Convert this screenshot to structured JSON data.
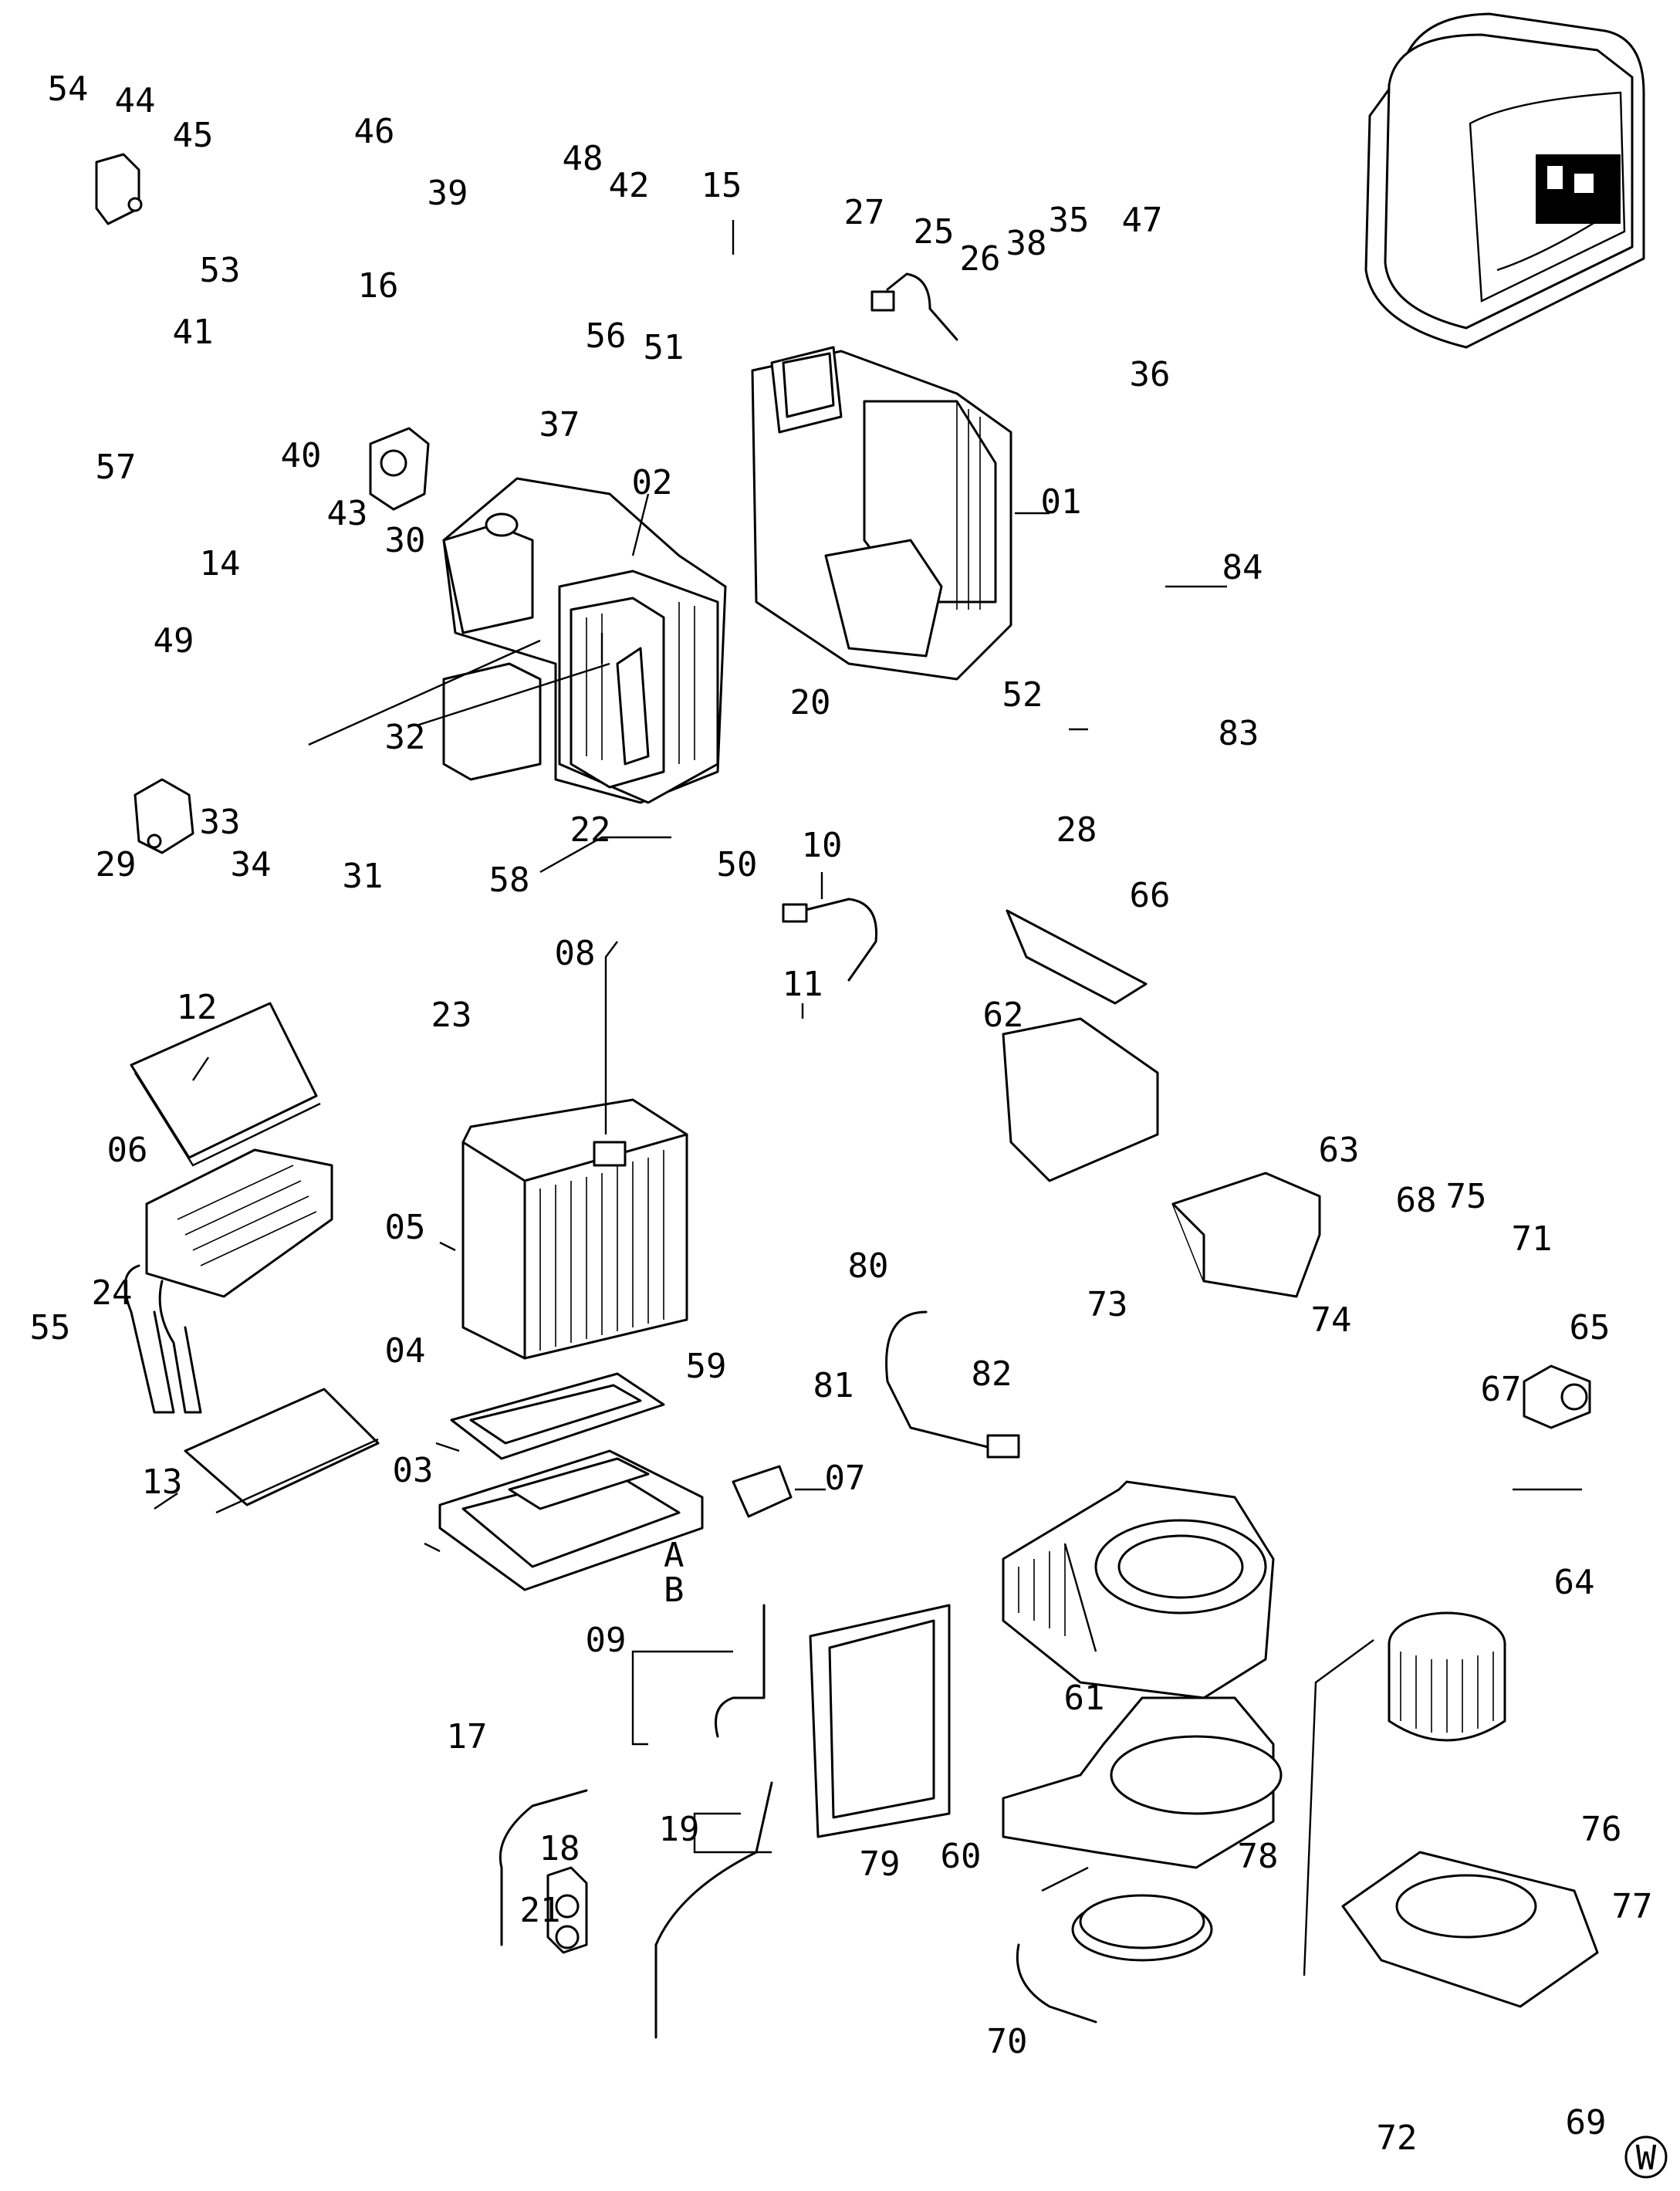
{
  "diagram": {
    "corner_mark": "W",
    "part_labels": [
      "01",
      "02",
      "03",
      "04",
      "05",
      "06",
      "07",
      "08",
      "09",
      "10",
      "11",
      "12",
      "13",
      "14",
      "15",
      "16",
      "17",
      "18",
      "19",
      "20",
      "21",
      "22",
      "23",
      "24",
      "25",
      "26",
      "27",
      "28",
      "29",
      "30",
      "31",
      "32",
      "33",
      "34",
      "35",
      "36",
      "37",
      "38",
      "39",
      "40",
      "41",
      "42",
      "43",
      "44",
      "45",
      "46",
      "47",
      "48",
      "49",
      "50",
      "51",
      "52",
      "53",
      "54",
      "55",
      "56",
      "57",
      "58",
      "59",
      "60",
      "61",
      "62",
      "63",
      "64",
      "65",
      "66",
      "67",
      "68",
      "69",
      "70",
      "71",
      "72",
      "73",
      "74",
      "75",
      "76",
      "77",
      "78",
      "79",
      "80",
      "81",
      "82",
      "83",
      "84"
    ],
    "connection_marks": [
      "A",
      "B"
    ]
  }
}
